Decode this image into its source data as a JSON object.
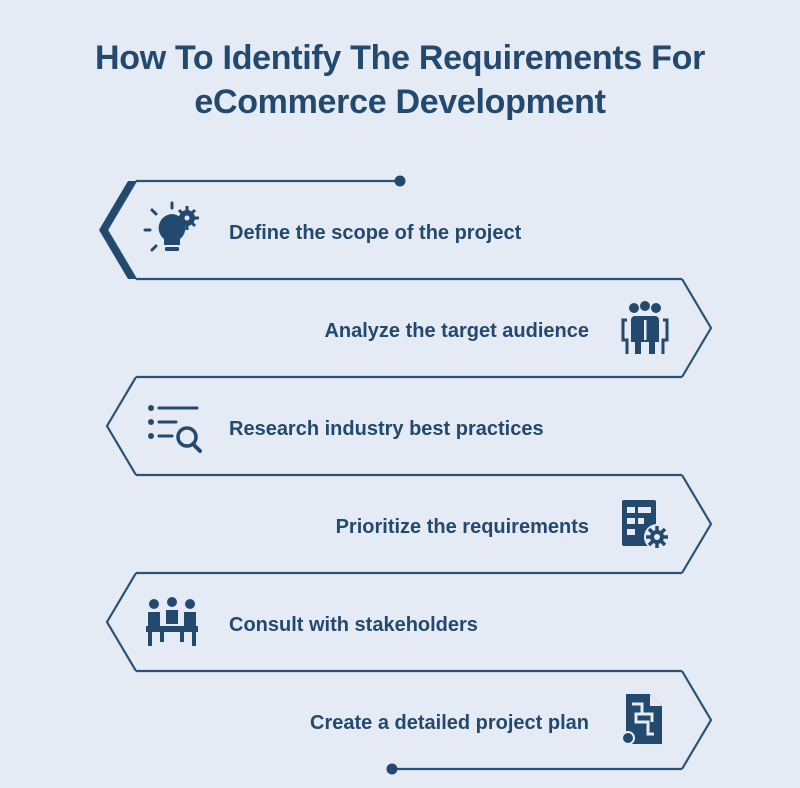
{
  "title": {
    "line1": "How To Identify The Requirements For",
    "line2": "eCommerce Development"
  },
  "steps": [
    {
      "label": "Define the scope of the project",
      "icon": "lightbulb-gear-icon"
    },
    {
      "label": "Analyze the target audience",
      "icon": "audience-group-icon"
    },
    {
      "label": "Research industry best practices",
      "icon": "list-search-icon"
    },
    {
      "label": "Prioritize the requirements",
      "icon": "document-gear-icon"
    },
    {
      "label": "Consult with stakeholders",
      "icon": "stakeholders-meeting-icon"
    },
    {
      "label": "Create a detailed project plan",
      "icon": "document-plan-icon"
    }
  ],
  "colors": {
    "background": "#e4ebf4",
    "accent": "#24496e",
    "line": "#2a5178"
  }
}
